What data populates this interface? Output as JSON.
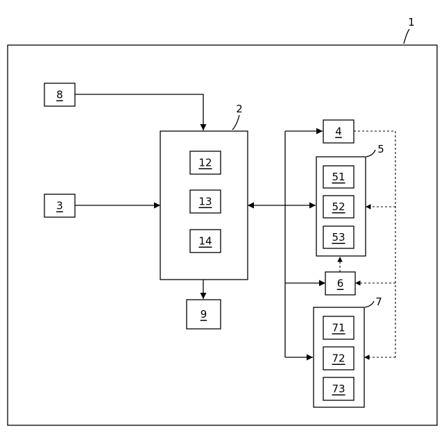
{
  "diagram": {
    "overall_ref": "1",
    "controller": {
      "ref": "2",
      "subs": [
        "12",
        "13",
        "14"
      ]
    },
    "blocks": {
      "b3": "3",
      "b4": "4",
      "b6": "6",
      "b8": "8",
      "b9": "9"
    },
    "unit5": {
      "ref": "5",
      "subs": [
        "51",
        "52",
        "53"
      ]
    },
    "unit7": {
      "ref": "7",
      "subs": [
        "71",
        "72",
        "73"
      ]
    }
  }
}
